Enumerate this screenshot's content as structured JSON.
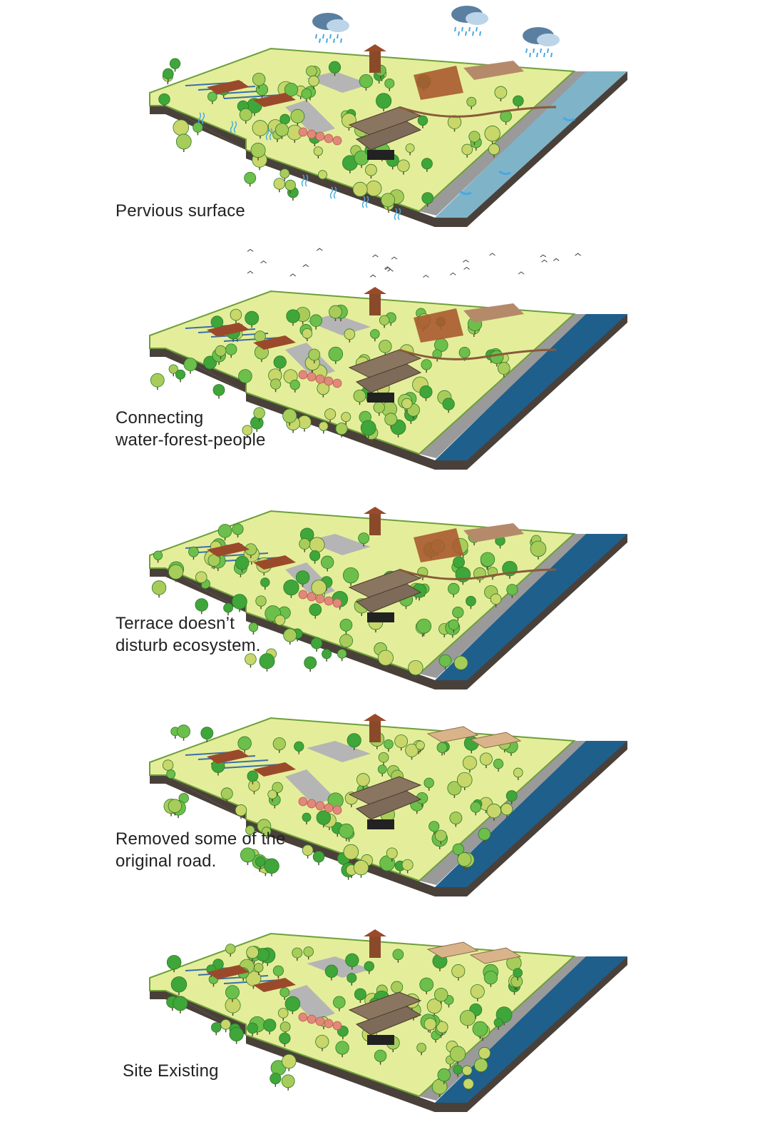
{
  "figure": {
    "colors": {
      "ground_light": "#e4ee9a",
      "ground_edge": "#6e9f3a",
      "soil": "#4a403a",
      "road": "#9a9a9a",
      "river": "#1e5f8c",
      "roof_red": "#9a4a2a",
      "tree_green": "#3fa63a",
      "tree_yellow": "#c9d66a",
      "tree_red": "#e0887a",
      "rain": "#4aa8e0"
    },
    "panels": [
      {
        "id": "pervious",
        "caption": "Pervious surface",
        "icons": [
          "rain-cloud-icon",
          "water-infiltration-icon",
          "water-arrow-icon"
        ]
      },
      {
        "id": "connecting",
        "caption": "Connecting\nwater-forest-people",
        "icons": [
          "bird-icon"
        ]
      },
      {
        "id": "terrace",
        "caption": "Terrace doesn’t\ndisturb ecosystem.",
        "icons": [
          "terrace-icon"
        ]
      },
      {
        "id": "removed-road",
        "caption": "Removed some of the\noriginal road.",
        "icons": [
          "house-icon"
        ]
      },
      {
        "id": "existing",
        "caption": "Site Existing",
        "icons": [
          "house-icon"
        ]
      }
    ]
  }
}
